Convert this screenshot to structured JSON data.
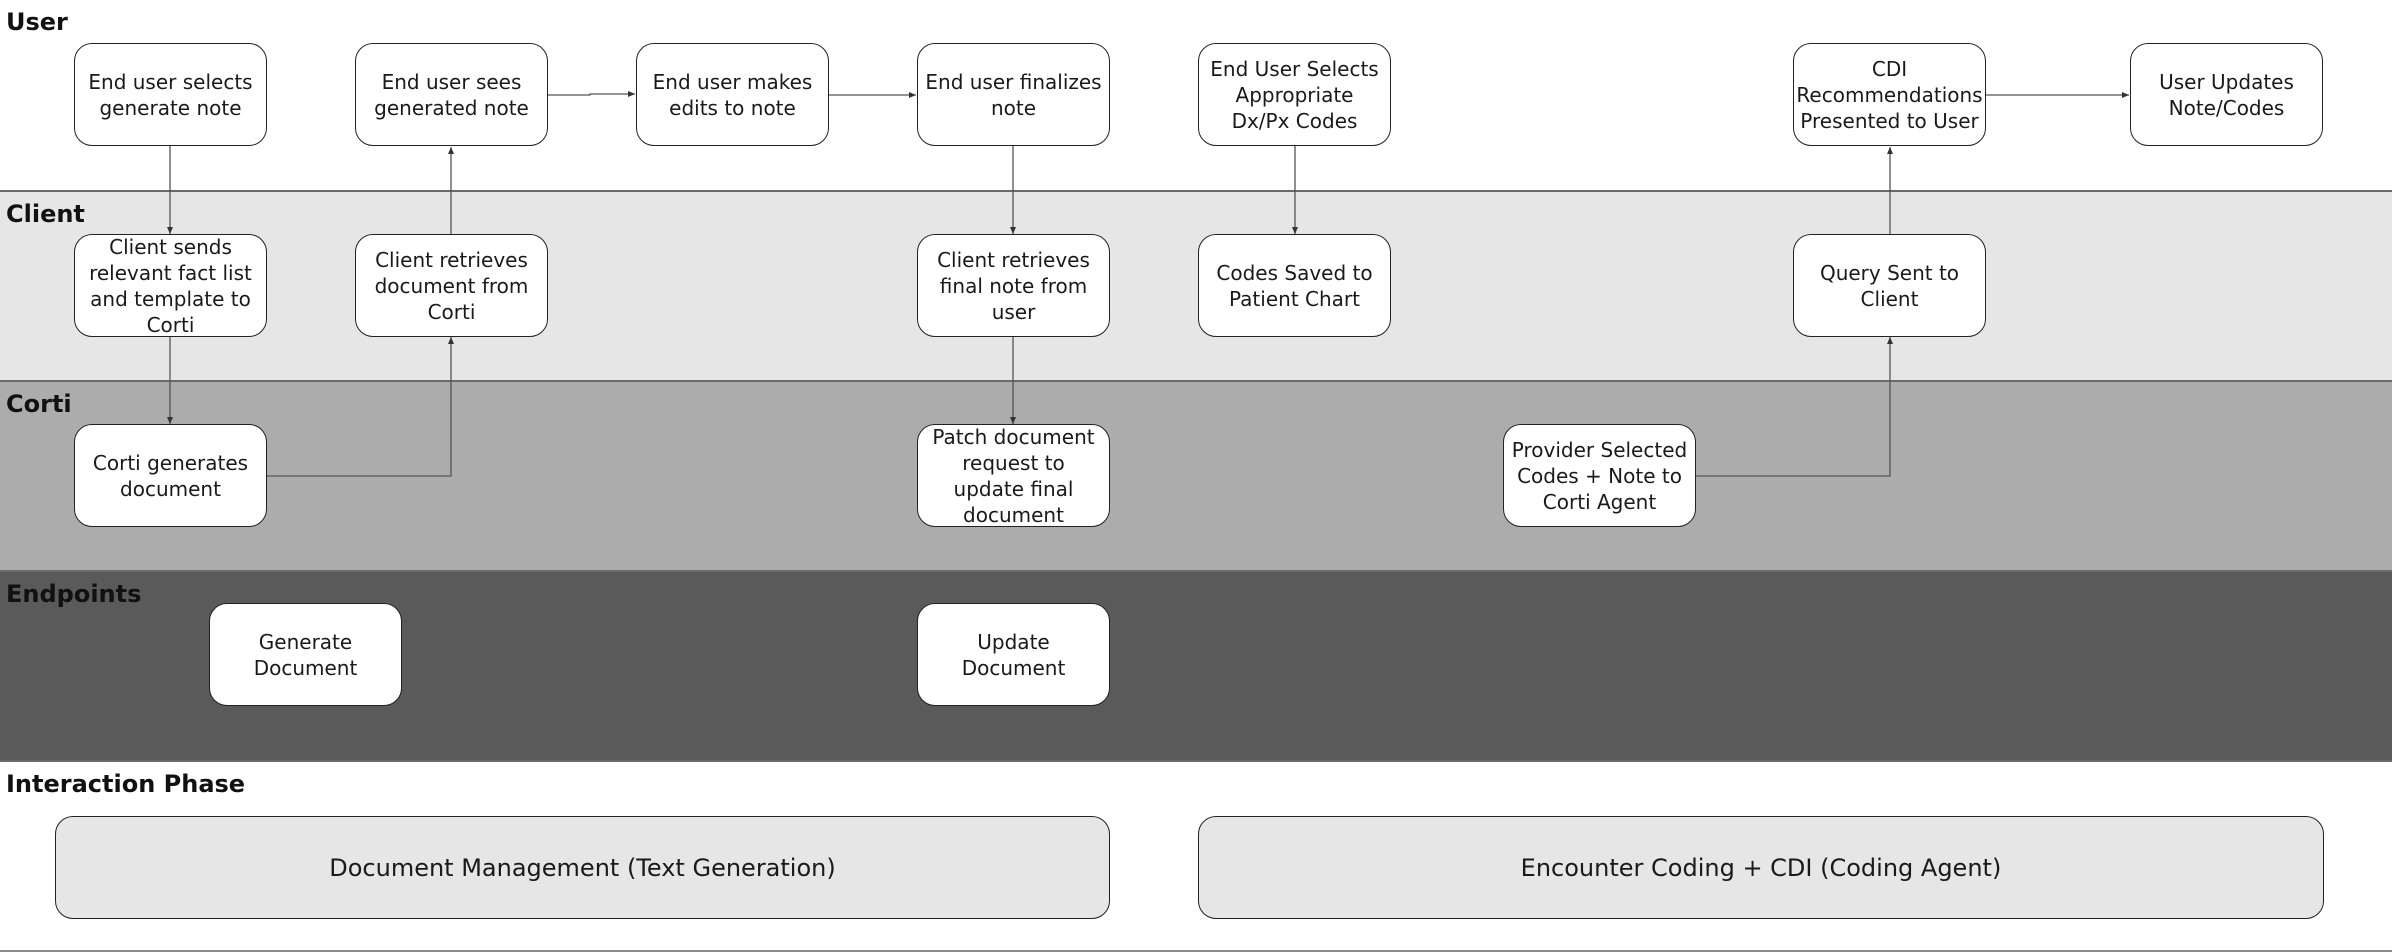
{
  "colors": {
    "lane_user": "#ffffff",
    "lane_client": "#e6e6e6",
    "lane_corti": "#acacac",
    "lane_endpoints": "#5a5a5a",
    "lane_phase": "#ffffff",
    "phase_box": "#e6e6e6",
    "node_fill": "#ffffff",
    "stroke": "#222222"
  },
  "lanes": {
    "user": "User",
    "client": "Client",
    "corti": "Corti",
    "endpoints": "Endpoints",
    "phase": "Interaction Phase"
  },
  "nodes": {
    "user_selects_generate": "End user selects generate note",
    "user_sees_note": "End user sees generated note",
    "user_edits_note": "End user makes edits to note",
    "user_finalizes_note": "End user finalizes note",
    "user_selects_codes": "End User Selects Appropriate Dx/Px Codes",
    "cdi_recommendations": "CDI Recommendations Presented to User",
    "user_updates": "User Updates Note/Codes",
    "client_sends_facts": "Client sends relevant fact list and template to Corti",
    "client_retrieves_doc": "Client retrieves document from Corti",
    "client_retrieves_final": "Client retrieves final note from user",
    "codes_saved": "Codes Saved to Patient Chart",
    "query_sent": "Query Sent to Client",
    "corti_generates": "Corti generates document",
    "patch_document": "Patch document request to update final document",
    "provider_selected_codes": "Provider Selected Codes + Note to Corti Agent",
    "generate_document": "Generate Document",
    "update_document": "Update Document"
  },
  "phases": {
    "document_management": "Document Management (Text Generation)",
    "encounter_coding": "Encounter Coding + CDI (Coding Agent)"
  }
}
